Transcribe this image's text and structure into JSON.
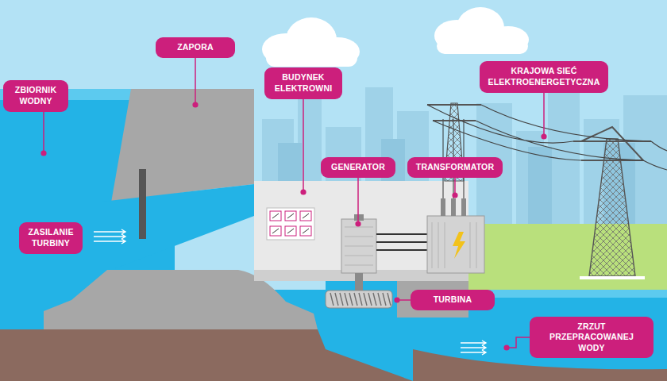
{
  "diagram": {
    "nodes": [
      {
        "text": [
          "ZAPORA"
        ]
      },
      {
        "text": [
          "KRAJOWA SIEĆ ELEKTROENERGETYCZNA"
        ]
      },
      {
        "text": [
          "BUDYNEK ELEKTROWNI"
        ]
      },
      {
        "text": [
          "ZBIORNIK WODNY"
        ]
      },
      {
        "text": [
          "GENERATOR"
        ]
      },
      {
        "text": [
          "TRANSFORMATOR"
        ]
      },
      {
        "text": [
          "ZASILANIE TURBINY"
        ]
      },
      {
        "text": [
          "TURBINA"
        ]
      },
      {
        "text": [
          "ZRZUT PRZEPRACOWANEJ WODY"
        ]
      }
    ]
  }
}
